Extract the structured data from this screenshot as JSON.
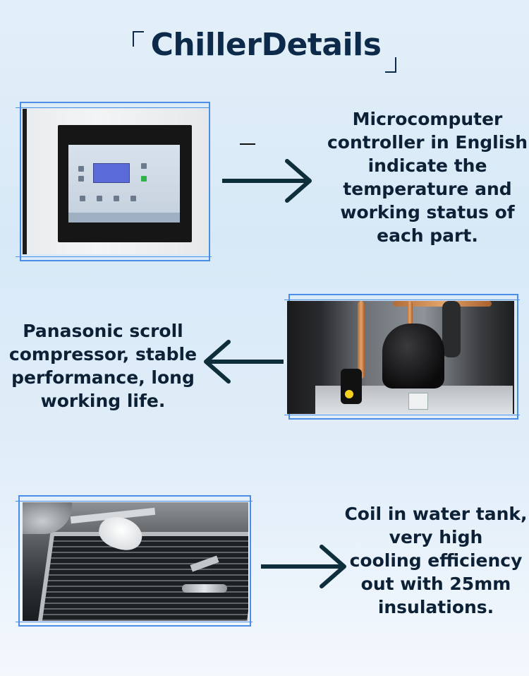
{
  "page": {
    "title": "ChillerDetails"
  },
  "sections": [
    {
      "description": "Microcomputer controller in English indicate the temperature and working status of each part.",
      "lines": [
        "Microcomputer",
        "controller in English",
        "indicate the",
        "temperature and",
        "working status of",
        "each part."
      ],
      "photo": "controller-photo",
      "arrow": "right"
    },
    {
      "description": "Panasonic scroll compressor, stable performance, long working life.",
      "lines": [
        "Panasonic scroll",
        "compressor, stable",
        "performance, long",
        "working life."
      ],
      "photo": "compressor-photo",
      "arrow": "left"
    },
    {
      "description": "Coil in water tank, very high cooling efficiency out with 25mm insulations.",
      "lines": [
        "Coil in water tank,",
        "very high",
        "cooling efficiency",
        "out with 25mm",
        "insulations."
      ],
      "photo": "coil-tank-photo",
      "arrow": "right"
    }
  ],
  "colors": {
    "frame": "#4a8ee8",
    "text": "#0d2136",
    "arrow": "#0f2e3b"
  }
}
